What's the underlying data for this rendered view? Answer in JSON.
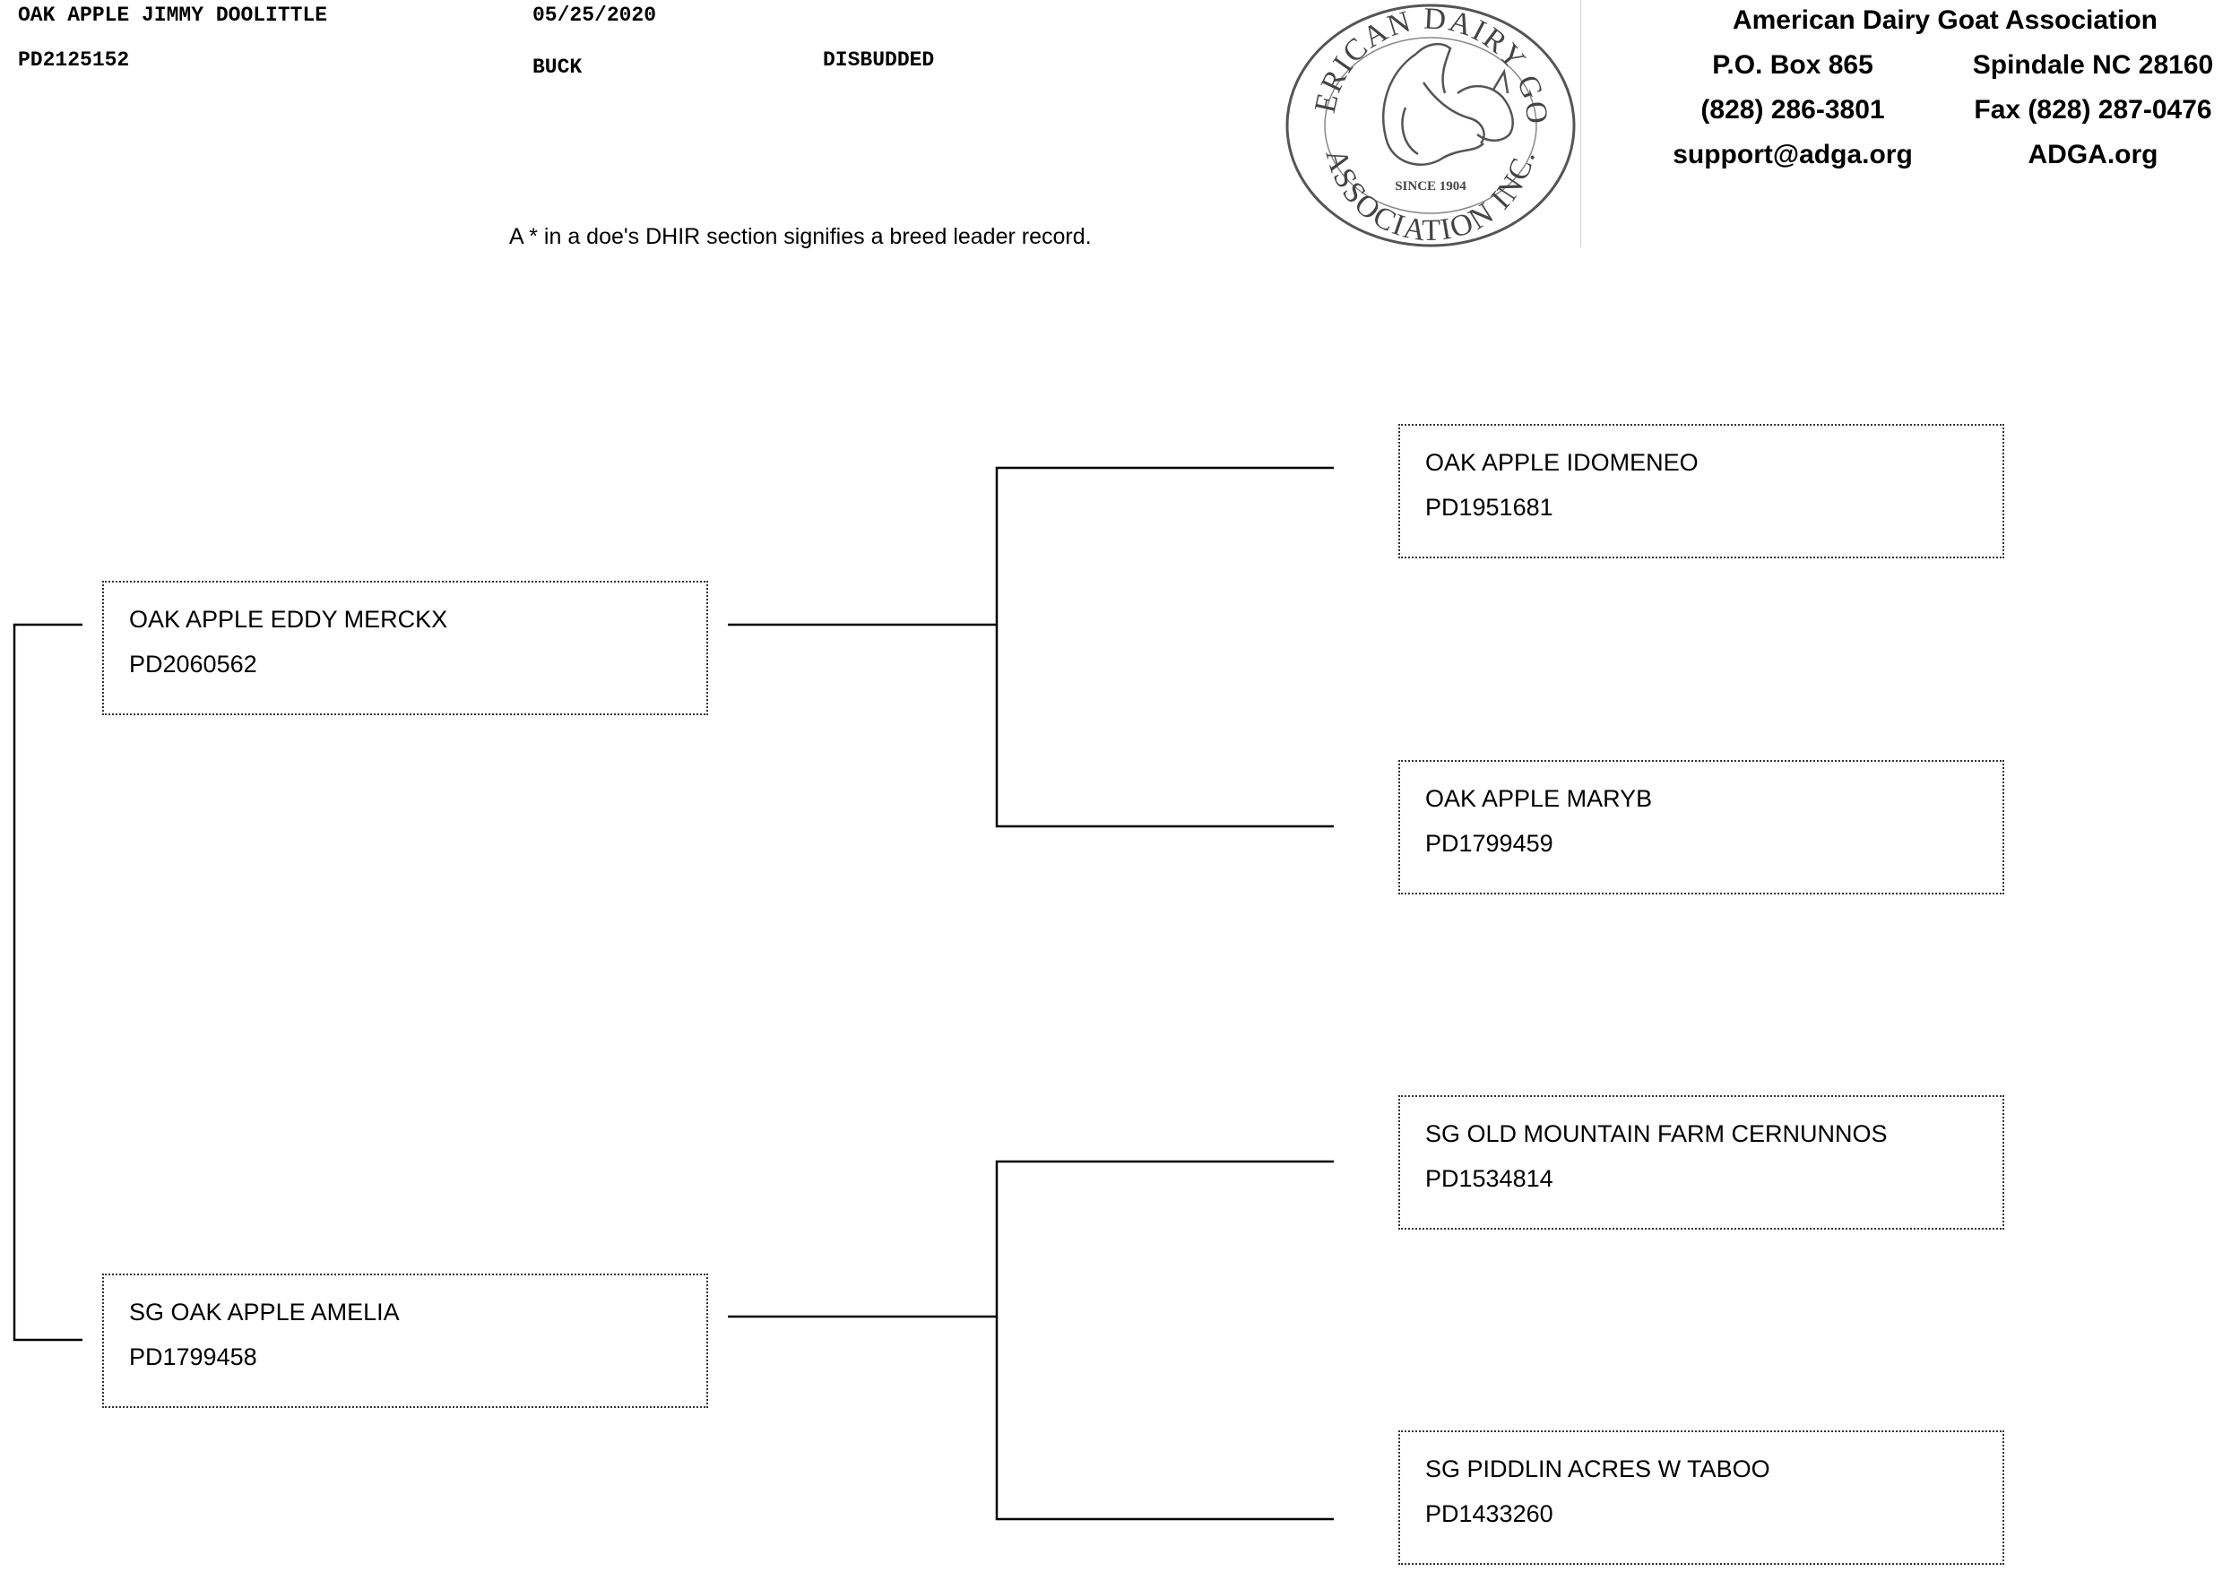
{
  "animal": {
    "name": "OAK APPLE JIMMY DOOLITTLE",
    "registration": "PD2125152",
    "birth_date": "05/25/2020",
    "sex": "BUCK",
    "horn_status": "DISBUDDED"
  },
  "note": "A * in a doe's DHIR section signifies a breed leader record.",
  "logo": {
    "arc_top": "AMERICAN DAIRY GOAT",
    "arc_bottom": "ASSOCIATION INC.",
    "since": "SINCE 1904"
  },
  "organization": {
    "name": "American Dairy Goat Association",
    "po_box": "P.O. Box 865",
    "city": "Spindale NC 28160",
    "phone": "(828) 286-3801",
    "fax": "Fax (828) 287-0476",
    "email": "support@adga.org",
    "website": "ADGA.org"
  },
  "pedigree": {
    "sire": {
      "name": "OAK APPLE EDDY MERCKX",
      "registration": "PD2060562"
    },
    "dam": {
      "name": "SG OAK APPLE AMELIA",
      "registration": "PD1799458"
    },
    "sire_sire": {
      "name": "OAK APPLE IDOMENEO",
      "registration": "PD1951681"
    },
    "sire_dam": {
      "name": "OAK APPLE MARYB",
      "registration": "PD1799459"
    },
    "dam_sire": {
      "name": "SG OLD MOUNTAIN FARM CERNUNNOS",
      "registration": "PD1534814"
    },
    "dam_dam": {
      "name": "SG PIDDLIN ACRES W TABOO",
      "registration": "PD1433260"
    }
  }
}
